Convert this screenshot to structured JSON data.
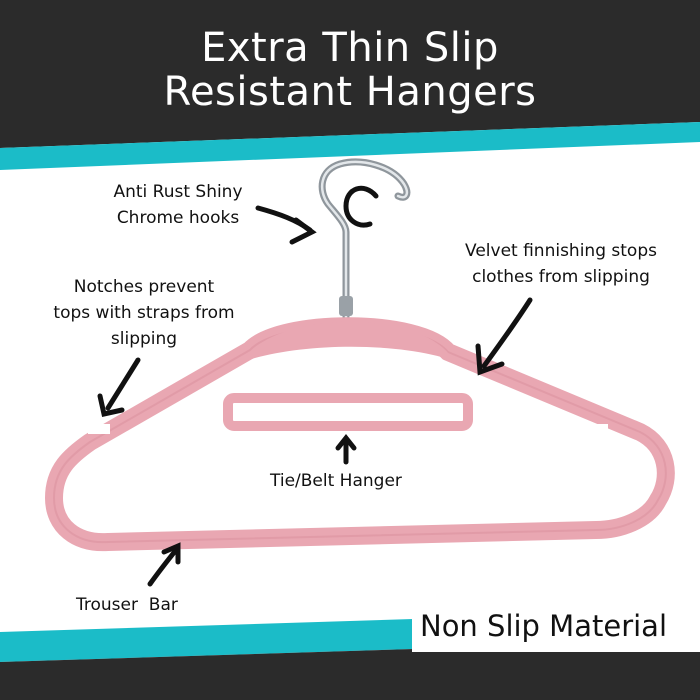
{
  "title": {
    "line1": "Extra Thin Slip",
    "line2": "Resistant Hangers"
  },
  "callouts": {
    "hook": {
      "line1": "Anti Rust Shiny",
      "line2": "Chrome hooks"
    },
    "velvet": {
      "line1": "Velvet finnishing stops",
      "line2": "clothes from slipping"
    },
    "notches": {
      "line1": "Notches prevent",
      "line2": "tops with straps from",
      "line3": "slipping"
    },
    "tie": "Tie/Belt Hanger",
    "trouser": "Trouser  Bar"
  },
  "footer": "Non Slip Material",
  "colors": {
    "header_bg": "#2b2b2b",
    "accent_stripe": "#1bbcc8",
    "hanger_pink": "#e9a7b2",
    "text_dark": "#111111",
    "text_light": "#ffffff"
  },
  "icons": [
    "chrome-hook-icon",
    "hanger-illustration",
    "arrow-icon"
  ]
}
